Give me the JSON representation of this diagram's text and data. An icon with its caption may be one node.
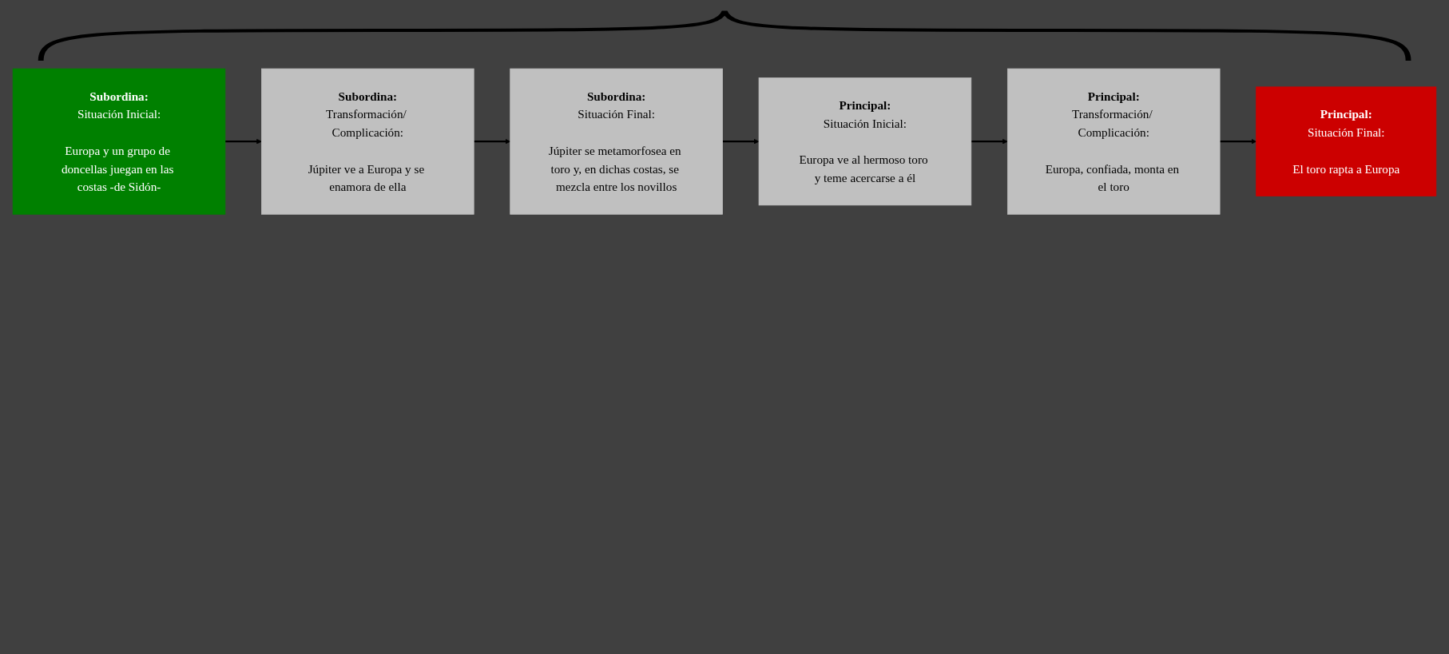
{
  "diagram": {
    "nodes": [
      {
        "text": [
          "Subordina:",
          "Situación Inicial:",
          "Europa y un grupo de doncellas juegan en las costas -de Sidón-"
        ]
      },
      {
        "text": [
          "Subordina:",
          "Transformación/ Complicación:",
          "Júpiter ve a Europa y se enamora de ella"
        ]
      },
      {
        "text": [
          "Subordina:",
          "Situación Final:",
          "Júpiter se metamorfosea en toro y, en dichas costas, se mezcla entre los novillos"
        ]
      },
      {
        "text": [
          "Principal:",
          "Situación Inicial:",
          "Europa ve al hermoso toro y teme acercarse a él"
        ]
      },
      {
        "text": [
          "Principal:",
          "Transformación/ Complicación:",
          "Europa, confiada, monta en el toro"
        ]
      },
      {
        "text": [
          "Principal:",
          "Situación Final:",
          "El toro rapta a Europa"
        ]
      }
    ],
    "edges": [
      {
        "from": 0,
        "to": 1,
        "arrow": "to"
      },
      {
        "from": 1,
        "to": 2,
        "arrow": "to"
      },
      {
        "from": 2,
        "to": 3,
        "arrow": "to"
      },
      {
        "from": 3,
        "to": 4,
        "arrow": "to"
      },
      {
        "from": 4,
        "to": 5,
        "arrow": "to"
      }
    ]
  }
}
